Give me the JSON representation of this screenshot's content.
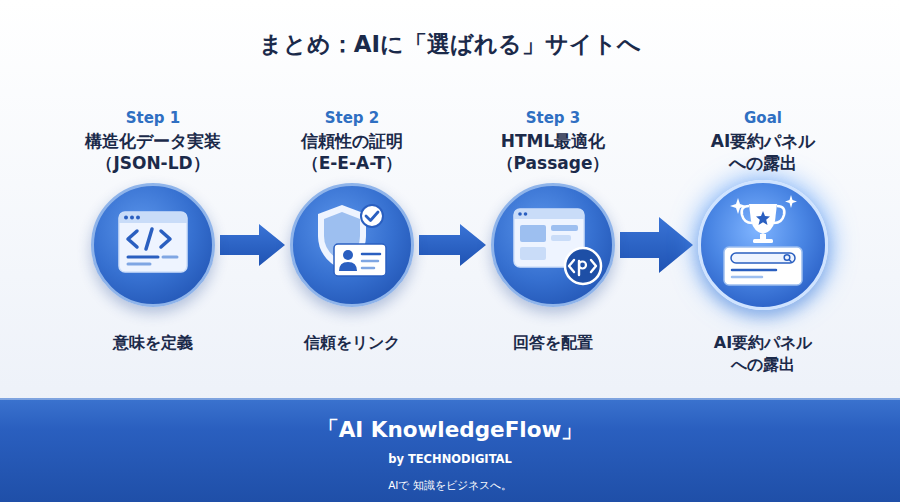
{
  "diagram": {
    "title": "まとめ：AIに「選ばれる」サイトへ",
    "nodes": [
      {
        "text": [
          "Step 1",
          "構造化データ実装 （JSON-LD）",
          "意味を定義"
        ]
      },
      {
        "text": [
          "Step 2",
          "信頼性の証明 （E-E-A-T）",
          "信頼をリンク"
        ]
      },
      {
        "text": [
          "Step 3",
          "HTML最適化 （Passage）",
          "回答を配置"
        ]
      },
      {
        "text": [
          "Goal",
          "AI要約パネル への露出",
          "AI要約パネル への露出"
        ]
      },
      {
        "text": [
          "「AI KnowledgeFlow」",
          "by TECHNODIGITAL",
          "AIで 知識をビジネスへ。"
        ]
      }
    ],
    "edges": [
      {
        "from": 0,
        "to": 1,
        "arrow": "to"
      },
      {
        "from": 1,
        "to": 2,
        "arrow": "to"
      },
      {
        "from": 2,
        "to": 3,
        "arrow": "to"
      }
    ]
  }
}
